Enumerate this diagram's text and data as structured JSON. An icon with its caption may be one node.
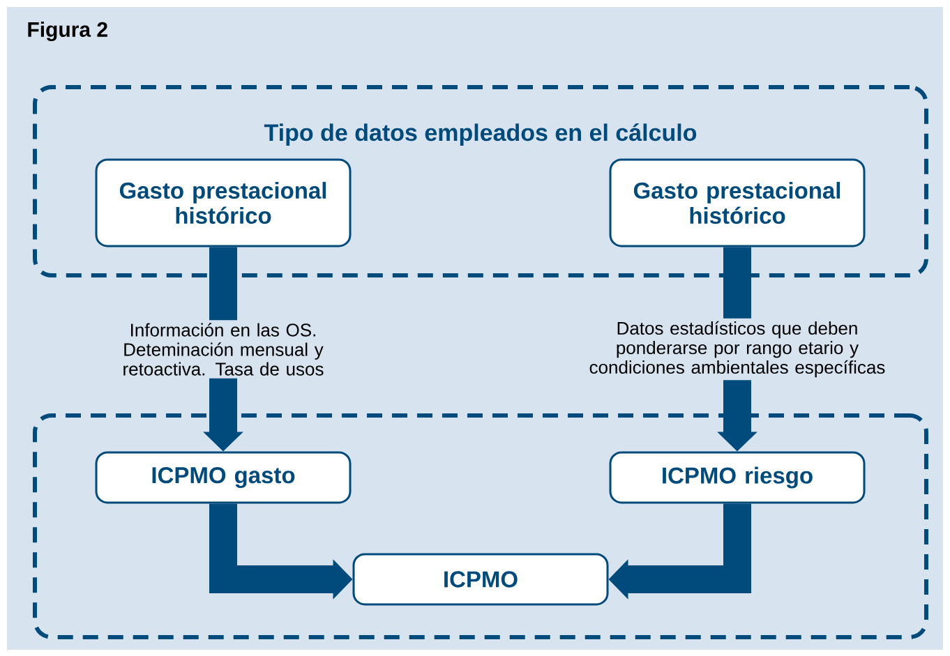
{
  "diagram": {
    "title": "Figura 2",
    "nodes": [
      {
        "text": [
          "Tipo de datos empleados en el cálculo"
        ]
      },
      {
        "text": [
          "Gasto prestacional histórico"
        ],
        "in": 0
      },
      {
        "text": [
          "Gasto prestacional histórico"
        ],
        "in": 0
      },
      {
        "text": [],
        "shape": "box"
      },
      {
        "text": [
          "ICPMO gasto"
        ],
        "in": 3
      },
      {
        "text": [
          "ICPMO riesgo"
        ],
        "in": 3
      },
      {
        "text": [
          "ICPMO"
        ],
        "in": 3
      }
    ],
    "edges": [
      {
        "from": 1,
        "to": 4,
        "arrow": "to",
        "label": "Información en las OS. Deteminación mensual y retoactiva. Tasa de usos"
      },
      {
        "from": 2,
        "to": 5,
        "arrow": "to",
        "label": "Datos estadísticos que deben ponderarse por rango etario y condiciones ambientales específicas"
      },
      {
        "from": 4,
        "to": 6,
        "arrow": "to"
      },
      {
        "from": 5,
        "to": 6,
        "arrow": "to"
      }
    ]
  }
}
